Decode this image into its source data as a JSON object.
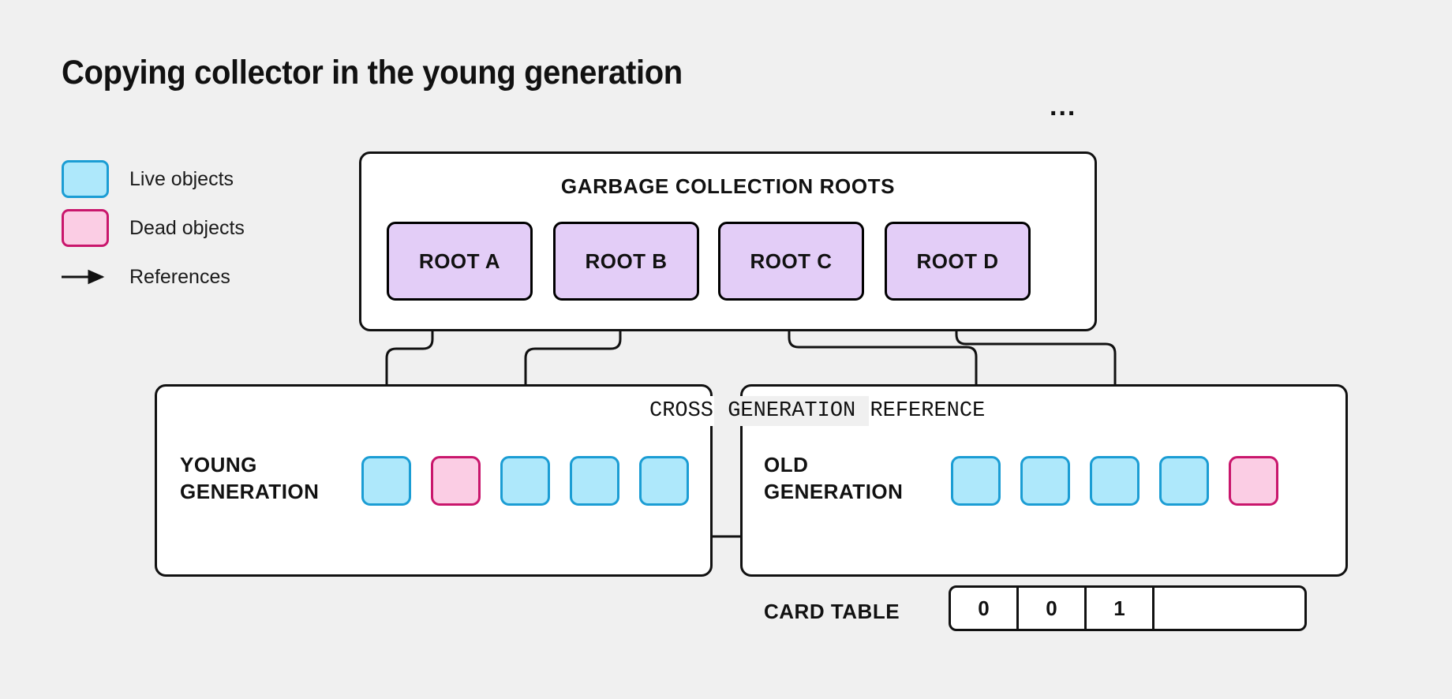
{
  "title": "Copying collector in the young generation",
  "colors": {
    "background": "#f0f0f0",
    "panel_fill": "#ffffff",
    "stroke": "#111111",
    "live_fill": "#aee8fb",
    "live_stroke": "#1b9dd4",
    "dead_fill": "#fbcde4",
    "dead_stroke": "#c9166c",
    "root_fill": "#e3cdf7",
    "root_stroke": "#000000"
  },
  "legend": {
    "items": [
      {
        "label": "Live objects",
        "kind": "live-swatch"
      },
      {
        "label": "Dead objects",
        "kind": "dead-swatch"
      },
      {
        "label": "References",
        "kind": "arrow-glyph"
      }
    ]
  },
  "gc_roots": {
    "title": "GARBAGE COLLECTION ROOTS",
    "roots": [
      {
        "label": "ROOT A"
      },
      {
        "label": "ROOT B"
      },
      {
        "label": "ROOT C"
      },
      {
        "label": "ROOT D"
      }
    ],
    "ellipsis": "..."
  },
  "young_generation": {
    "label": "YOUNG\nGENERATION",
    "objects": [
      {
        "state": "live"
      },
      {
        "state": "dead"
      },
      {
        "state": "live"
      },
      {
        "state": "live"
      },
      {
        "state": "live"
      }
    ]
  },
  "old_generation": {
    "label": "OLD\nGENERATION",
    "objects": [
      {
        "state": "live"
      },
      {
        "state": "live"
      },
      {
        "state": "live"
      },
      {
        "state": "live"
      },
      {
        "state": "dead"
      }
    ]
  },
  "annotations": {
    "cross_generation_reference": "CROSS GENERATION REFERENCE",
    "cross_generation_reference_parts": [
      "CROSS",
      " GENERATION ",
      "REFERENCE"
    ]
  },
  "card_table": {
    "label": "CARD TABLE",
    "cells": [
      "0",
      "0",
      "1",
      ""
    ]
  }
}
